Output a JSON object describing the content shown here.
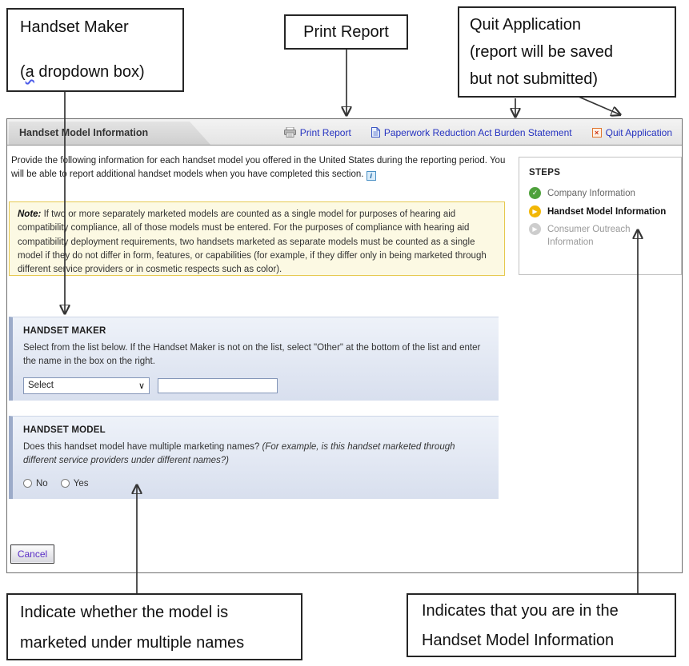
{
  "annotations": {
    "maker": {
      "line1": "Handset Maker",
      "line2_pre": "(",
      "line2_squiggle": "a",
      "line2_post": " dropdown box)"
    },
    "print": "Print Report",
    "quit": {
      "line1": "Quit Application",
      "line2": "(report will be saved",
      "line3": "but not submitted)"
    },
    "multi": {
      "line1": "Indicate whether the model is",
      "line2": "marketed under multiple names"
    },
    "step": {
      "line1": "Indicates that you are in the",
      "line2": "Handset Model Information"
    }
  },
  "header": {
    "tab": "Handset Model Information",
    "links": {
      "print": "Print Report",
      "paperwork": "Paperwork Reduction Act Burden Statement",
      "quit": "Quit Application"
    }
  },
  "intro_text": "Provide the following information for each handset model you offered in the United States during the reporting period. You will be able to report additional handset models when you have completed this section.",
  "info_icon_glyph": "i",
  "note": {
    "label": "Note:",
    "text": " If two or more separately marketed models are counted as a single model for purposes of hearing aid compatibility compliance, all of those models must be entered.  For the purposes of compliance with hearing aid compatibility deployment requirements, two handsets marketed as separate models must be counted as a single model if they do not differ in form, features, or capabilities (for example, if they differ only in being marketed through different service providers or in cosmetic respects such as color)."
  },
  "maker_section": {
    "title": "HANDSET MAKER",
    "instructions": "Select from the list below. If the Handset Maker is not on the list, select \"Other\" at the bottom of the list and enter the name in the box on the right.",
    "select_value": "Select",
    "select_chevron": "∨",
    "other_value": ""
  },
  "model_section": {
    "title": "HANDSET MODEL",
    "question": "Does this handset model have multiple marketing names? ",
    "question_italic": "(For example, is this handset marketed through different service providers under different names?)",
    "radio_no": "No",
    "radio_yes": "Yes"
  },
  "steps": {
    "title": "STEPS",
    "items": [
      {
        "label": "Company Information",
        "status": "done",
        "icon": "✓"
      },
      {
        "label": "Handset Model Information",
        "status": "current",
        "icon": "▶"
      },
      {
        "label": "Consumer Outreach Information",
        "status": "pending",
        "icon": "▶"
      }
    ]
  },
  "cancel_label": "Cancel",
  "colors": {
    "link_blue": "#2633c0",
    "note_bg": "#fcf9e3",
    "note_border": "#e6c94f",
    "panel_accent": "#9cabc9",
    "step_done_green": "#4fa13c",
    "step_current_gold": "#f2b705",
    "cancel_text_purple": "#5a2ec6",
    "quit_icon_orange": "#e0762f"
  }
}
